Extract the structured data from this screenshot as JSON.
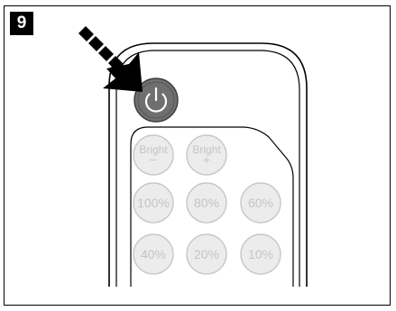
{
  "step": {
    "number": "9"
  },
  "remote": {
    "power_icon": "power-icon",
    "buttons": [
      {
        "line1": "Bright",
        "line2": "−"
      },
      {
        "line1": "Bright",
        "line2": "+"
      },
      {
        "line1": "100%"
      },
      {
        "line1": "80%"
      },
      {
        "line1": "60%"
      },
      {
        "line1": "40%"
      },
      {
        "line1": "20%"
      },
      {
        "line1": "10%"
      }
    ]
  },
  "colors": {
    "remote_outline": "#000000",
    "button_fill": "#ececec",
    "button_stroke": "#c8c8c8",
    "button_text": "#c4c4c4",
    "power_fill": "#707070",
    "arrow": "#000000"
  }
}
